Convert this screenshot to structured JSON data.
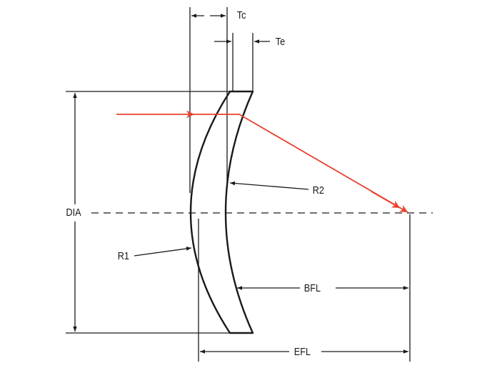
{
  "diagram": {
    "type": "negative meniscus lens cross-section",
    "labels": {
      "tc": "Tc",
      "te": "Te",
      "dia": "DIA",
      "r1": "R1",
      "r2": "R2",
      "bfl": "BFL",
      "efl": "EFL"
    },
    "colors": {
      "line": "#1a1a1a",
      "ray": "#e8412f",
      "background": "#ffffff"
    }
  }
}
